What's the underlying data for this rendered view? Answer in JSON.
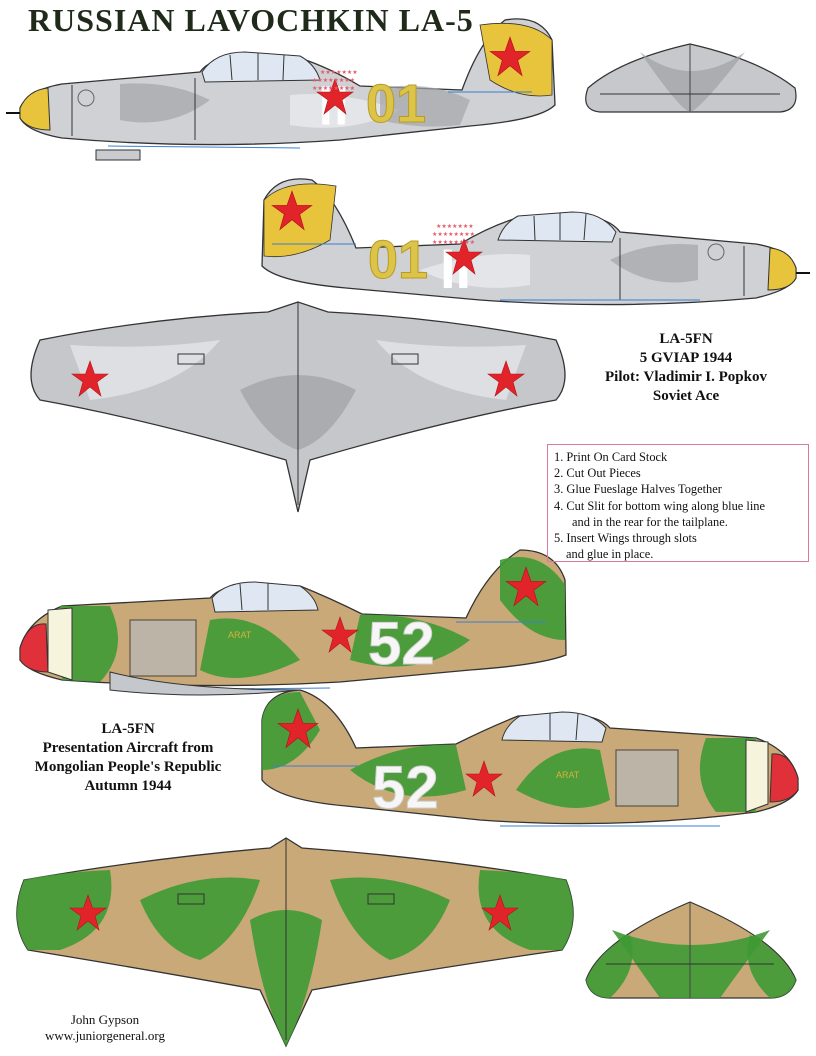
{
  "title": "RUSSIAN LAVOCHKIN LA-5",
  "aircraft_1": {
    "lines": [
      "LA-5FN",
      "5 GVIAP 1944",
      "Pilot: Vladimir I. Popkov",
      "Soviet Ace"
    ],
    "tail_number": "01",
    "colors": {
      "light_grey": "#d6d8da",
      "dark_grey": "#9a9c9f",
      "spinner": "#e8c33c",
      "number": "#dcc44a",
      "star": "#e0242a"
    }
  },
  "aircraft_2": {
    "lines": [
      "LA-5FN",
      "Presentation Aircraft from",
      "Mongolian People's Republic",
      "Autumn 1944"
    ],
    "tail_number": "52",
    "side_text": "ARAT",
    "colors": {
      "green": "#3e9a34",
      "tan": "#c9a978",
      "underside": "#c4c7cb",
      "spinner": "#e0303a",
      "star": "#e0242a"
    }
  },
  "instructions": [
    "1. Print On Card Stock",
    "2. Cut Out Pieces",
    "3. Glue Fueslage Halves Together",
    "4. Cut Slit for bottom wing along blue line",
    "and in the rear for the tailplane.",
    "5. Insert Wings through slots",
    "and glue in place."
  ],
  "credit": {
    "author": "John Gypson",
    "website": "www.juniorgeneral.org"
  }
}
